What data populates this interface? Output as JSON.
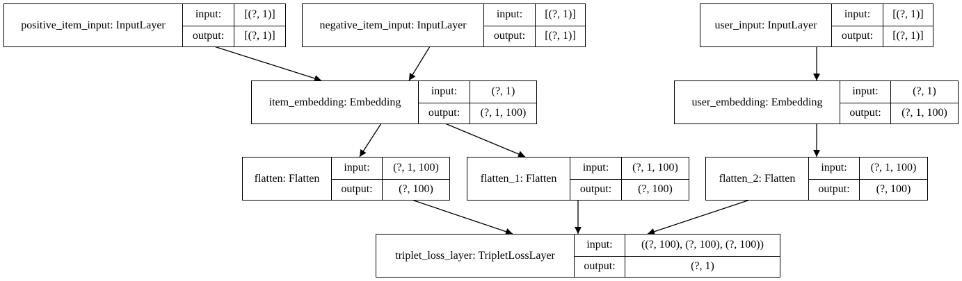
{
  "io_labels": {
    "input": "input:",
    "output": "output:"
  },
  "nodes": [
    {
      "id": "positive_item_input",
      "name": "positive_item_input: InputLayer",
      "input": "[(?, 1)]",
      "output": "[(?, 1)]"
    },
    {
      "id": "negative_item_input",
      "name": "negative_item_input: InputLayer",
      "input": "[(?, 1)]",
      "output": "[(?, 1)]"
    },
    {
      "id": "user_input",
      "name": "user_input: InputLayer",
      "input": "[(?, 1)]",
      "output": "[(?, 1)]"
    },
    {
      "id": "item_embedding",
      "name": "item_embedding: Embedding",
      "input": "(?, 1)",
      "output": "(?, 1, 100)"
    },
    {
      "id": "user_embedding",
      "name": "user_embedding: Embedding",
      "input": "(?, 1)",
      "output": "(?, 1, 100)"
    },
    {
      "id": "flatten",
      "name": "flatten: Flatten",
      "input": "(?, 1, 100)",
      "output": "(?, 100)"
    },
    {
      "id": "flatten_1",
      "name": "flatten_1: Flatten",
      "input": "(?, 1, 100)",
      "output": "(?, 100)"
    },
    {
      "id": "flatten_2",
      "name": "flatten_2: Flatten",
      "input": "(?, 1, 100)",
      "output": "(?, 100)"
    },
    {
      "id": "triplet_loss_layer",
      "name": "triplet_loss_layer: TripletLossLayer",
      "input": "((?, 100), (?, 100), (?, 100))",
      "output": "(?, 1)"
    }
  ],
  "edges": [
    {
      "from": "positive_item_input",
      "to": "item_embedding"
    },
    {
      "from": "negative_item_input",
      "to": "item_embedding"
    },
    {
      "from": "user_input",
      "to": "user_embedding"
    },
    {
      "from": "item_embedding",
      "to": "flatten"
    },
    {
      "from": "item_embedding",
      "to": "flatten_1"
    },
    {
      "from": "user_embedding",
      "to": "flatten_2"
    },
    {
      "from": "flatten",
      "to": "triplet_loss_layer"
    },
    {
      "from": "flatten_1",
      "to": "triplet_loss_layer"
    },
    {
      "from": "flatten_2",
      "to": "triplet_loss_layer"
    }
  ]
}
